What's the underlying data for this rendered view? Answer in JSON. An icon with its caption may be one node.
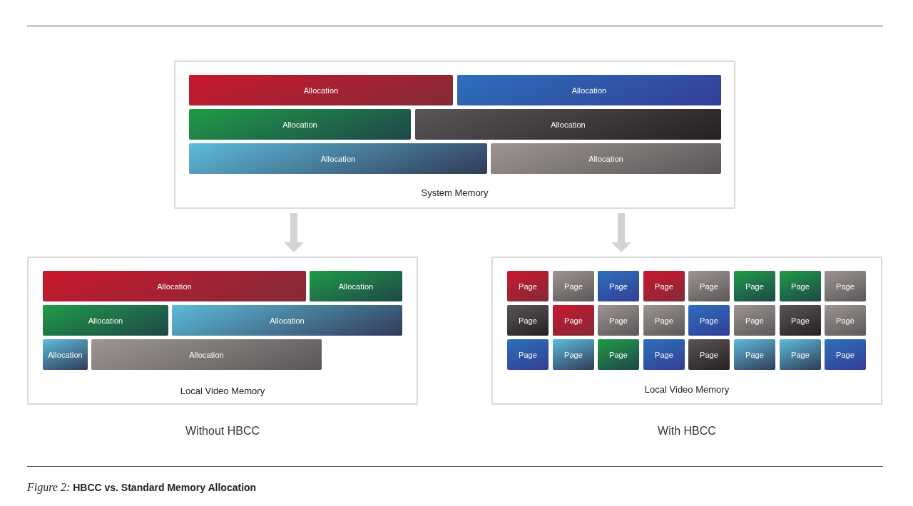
{
  "diagram": {
    "nodes": [
      {
        "text": [
          "System Memory"
        ]
      },
      {
        "text": [
          "Allocation"
        ],
        "in": 0
      },
      {
        "text": [
          "Allocation"
        ],
        "in": 0
      },
      {
        "text": [
          "Allocation"
        ],
        "in": 0
      },
      {
        "text": [
          "Allocation"
        ],
        "in": 0
      },
      {
        "text": [
          "Allocation"
        ],
        "in": 0
      },
      {
        "text": [
          "Allocation"
        ],
        "in": 0
      },
      {
        "text": [
          "Local Video Memory"
        ],
        "beside": [
          "Without HBCC"
        ]
      },
      {
        "text": [
          "Allocation"
        ],
        "in": 7
      },
      {
        "text": [
          "Allocation"
        ],
        "in": 7
      },
      {
        "text": [
          "Allocation"
        ],
        "in": 7
      },
      {
        "text": [
          "Allocation"
        ],
        "in": 7
      },
      {
        "text": [
          "Allocation"
        ],
        "in": 7
      },
      {
        "text": [
          "Allocation"
        ],
        "in": 7
      },
      {
        "text": [
          "Local Video Memory"
        ],
        "beside": [
          "With HBCC"
        ]
      },
      {
        "text": [
          "Page"
        ],
        "in": 14
      },
      {
        "text": [
          "Page"
        ],
        "in": 14
      },
      {
        "text": [
          "Page"
        ],
        "in": 14
      },
      {
        "text": [
          "Page"
        ],
        "in": 14
      },
      {
        "text": [
          "Page"
        ],
        "in": 14
      },
      {
        "text": [
          "Page"
        ],
        "in": 14
      },
      {
        "text": [
          "Page"
        ],
        "in": 14
      },
      {
        "text": [
          "Page"
        ],
        "in": 14
      },
      {
        "text": [
          "Page"
        ],
        "in": 14
      },
      {
        "text": [
          "Page"
        ],
        "in": 14
      },
      {
        "text": [
          "Page"
        ],
        "in": 14
      },
      {
        "text": [
          "Page"
        ],
        "in": 14
      },
      {
        "text": [
          "Page"
        ],
        "in": 14
      },
      {
        "text": [
          "Page"
        ],
        "in": 14
      },
      {
        "text": [
          "Page"
        ],
        "in": 14
      },
      {
        "text": [
          "Page"
        ],
        "in": 14
      },
      {
        "text": [
          "Page"
        ],
        "in": 14
      },
      {
        "text": [
          "Page"
        ],
        "in": 14
      },
      {
        "text": [
          "Page"
        ],
        "in": 14
      },
      {
        "text": [
          "Page"
        ],
        "in": 14
      },
      {
        "text": [
          "Page"
        ],
        "in": 14
      },
      {
        "text": [
          "Page"
        ],
        "in": 14
      },
      {
        "text": [
          "Page"
        ],
        "in": 14
      },
      {
        "text": [
          "Page"
        ],
        "in": 14
      }
    ],
    "edges": [
      {
        "from": 0,
        "to": 7,
        "arrow": "to"
      },
      {
        "from": 0,
        "to": 14,
        "arrow": "to"
      }
    ],
    "caption": "*Figure 2:* HBCC vs. Standard Memory Allocation"
  }
}
